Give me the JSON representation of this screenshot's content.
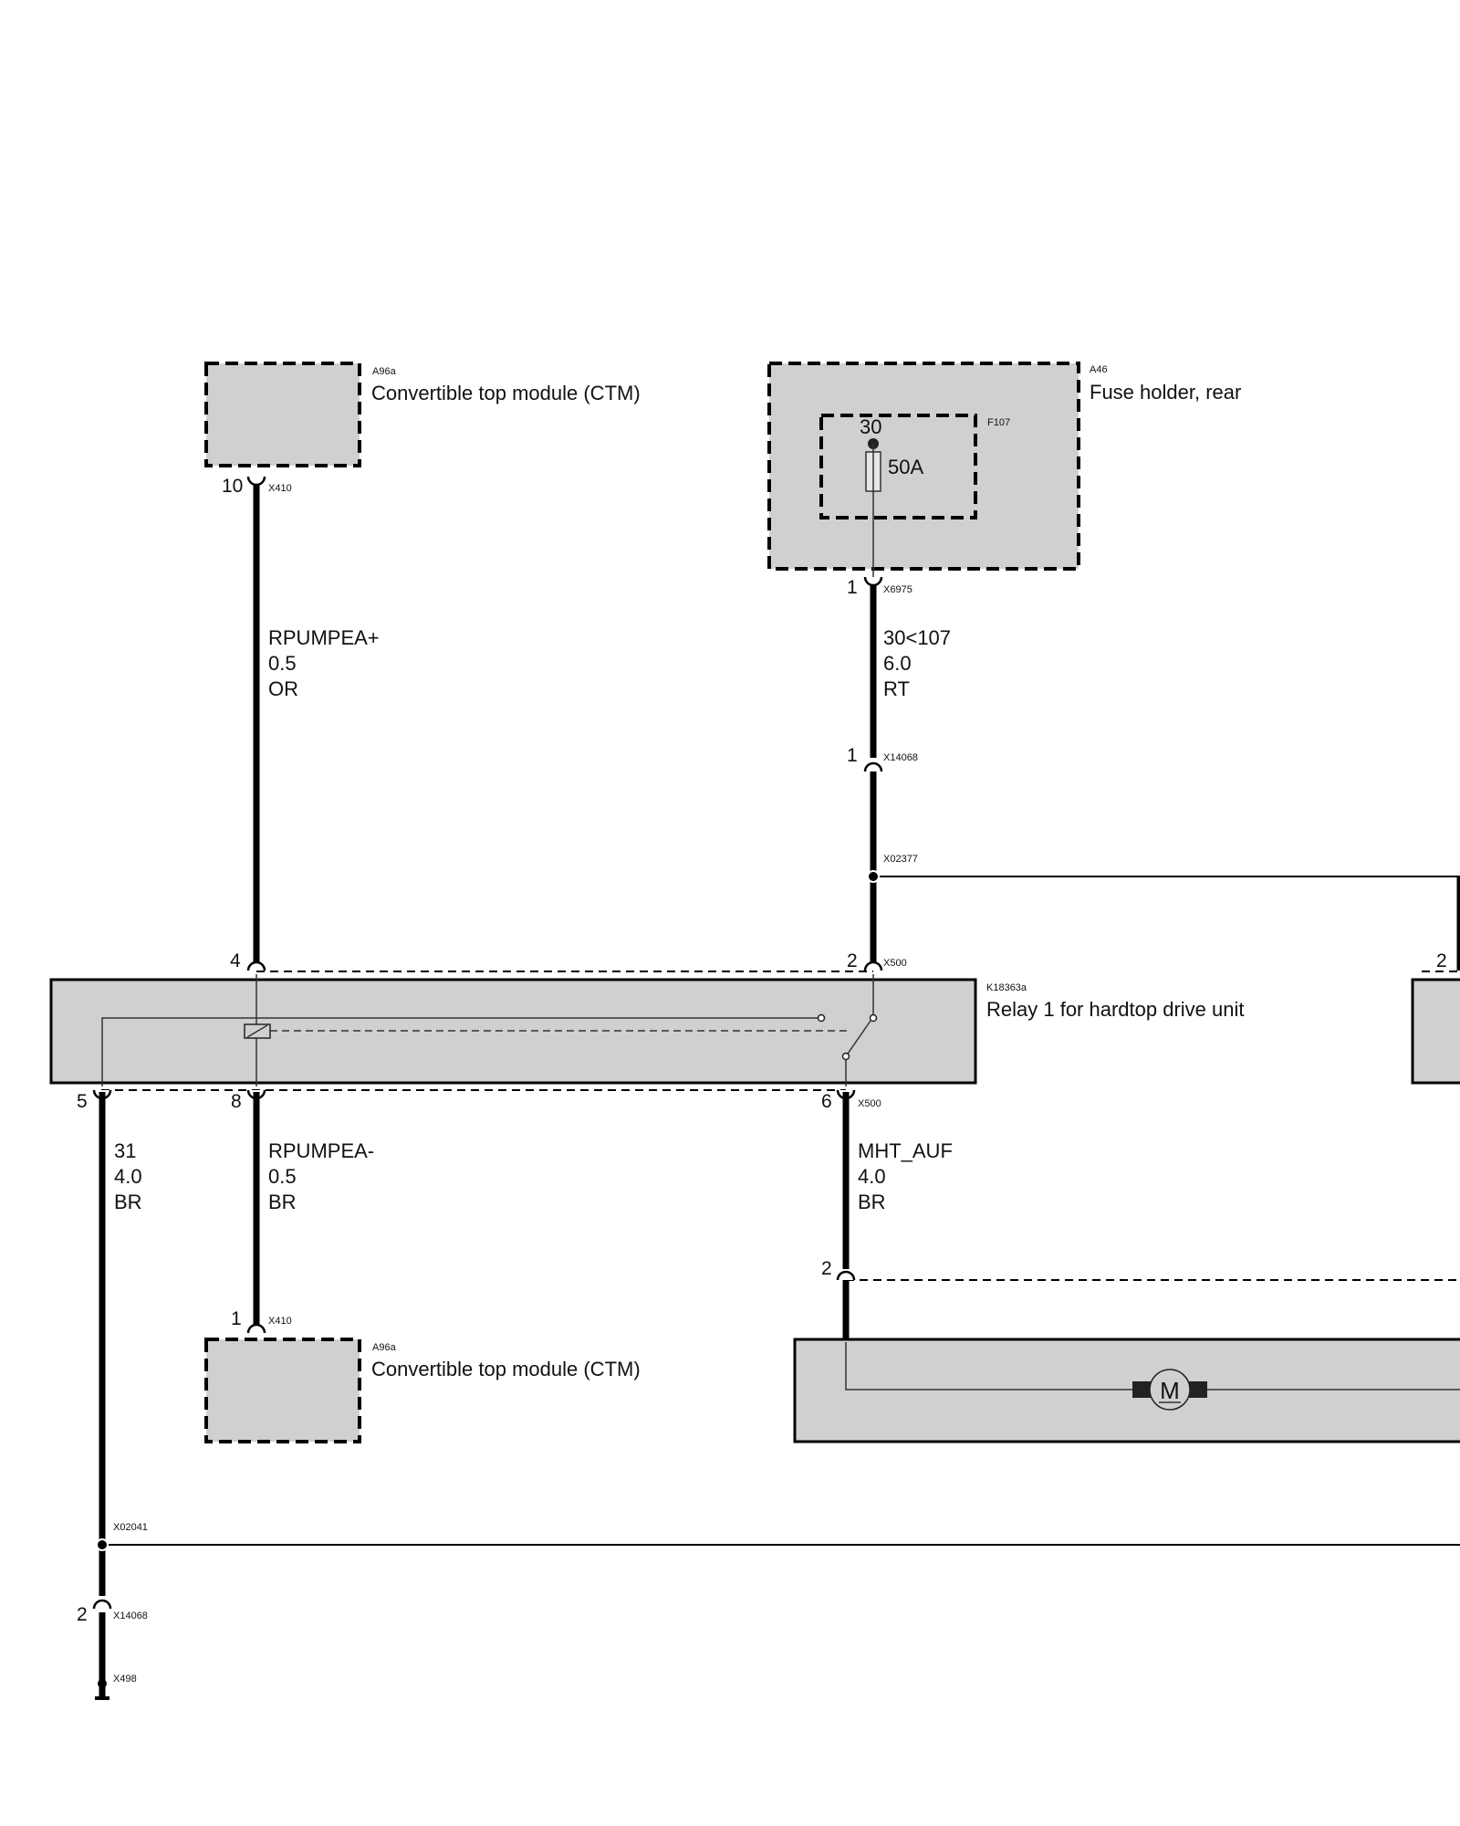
{
  "components": {
    "ctm_top": {
      "id": "A96a",
      "name": "Convertible top module (CTM)"
    },
    "fuse_holder": {
      "id": "A46",
      "name": "Fuse holder, rear"
    },
    "fuse": {
      "id": "F107",
      "terminal": "30",
      "rating": "50A"
    },
    "relay": {
      "id": "K18363a",
      "name": "Relay 1 for hardtop drive unit"
    },
    "ctm_bottom": {
      "id": "A96a",
      "name": "Convertible top module (CTM)"
    }
  },
  "connectors": {
    "x410_top": "X410",
    "x6975": "X6975",
    "x14068_top": "X14068",
    "x02377": "X02377",
    "x500_top": "X500",
    "x500_bottom": "X500",
    "x410_bottom": "X410",
    "x02041": "X02041",
    "x14068_bottom": "X14068",
    "x498": "X498"
  },
  "pins": {
    "ctm_top_10": "10",
    "fuse_1": "1",
    "x14068_1": "1",
    "relay_4": "4",
    "relay_2": "2",
    "right_2": "2",
    "relay_5": "5",
    "relay_8": "8",
    "relay_6": "6",
    "motor_2": "2",
    "ctm_bottom_1": "1",
    "x14068_2": "2"
  },
  "wires": {
    "rpumpea_plus": {
      "signal": "RPUMPEA+",
      "size": "0.5",
      "color": "OR"
    },
    "supply_30": {
      "signal": "30<107",
      "size": "6.0",
      "color": "RT"
    },
    "ground_31": {
      "signal": "31",
      "size": "4.0",
      "color": "BR"
    },
    "rpumpea_minus": {
      "signal": "RPUMPEA-",
      "size": "0.5",
      "color": "BR"
    },
    "mht_auf": {
      "signal": "MHT_AUF",
      "size": "4.0",
      "color": "BR"
    }
  },
  "motor": {
    "symbol": "M"
  }
}
